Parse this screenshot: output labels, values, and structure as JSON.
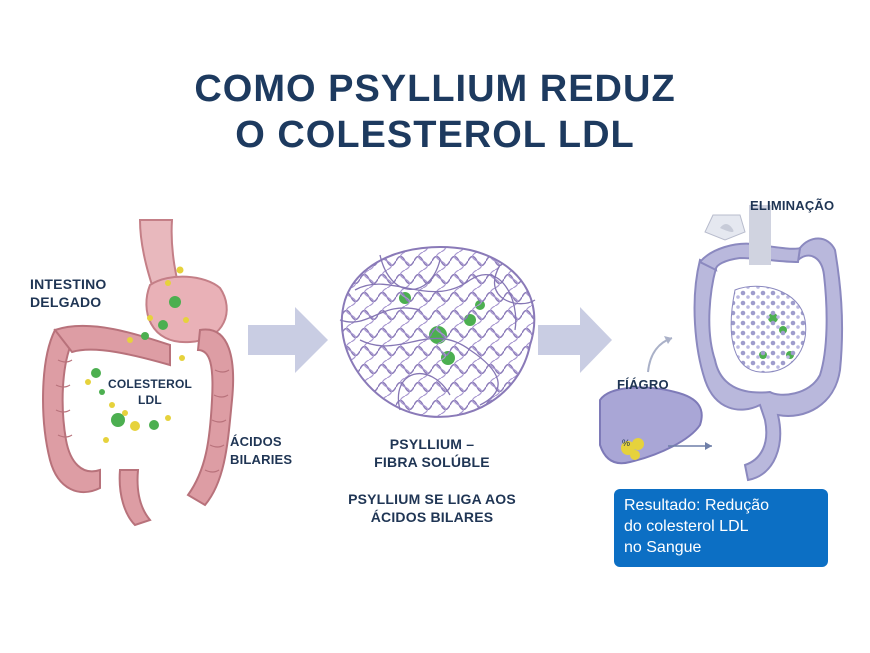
{
  "title": {
    "line1": "COMO PSYLLIUM REDUZ",
    "line2": "O COLESTEROL LDL"
  },
  "labels": {
    "small_intestine": [
      "INTESTINO",
      "DELGADO"
    ],
    "ldl": [
      "COLESTEROL",
      "LDL"
    ],
    "bile_acids": [
      "ÁCIDOS",
      "BILARIES"
    ],
    "psyllium": [
      "PSYLLIUM –",
      "FIBRA SOLÚBLE"
    ],
    "binds": [
      "PSYLLIUM SE LIGA AOS",
      "ÁCIDOS BILARES"
    ],
    "liver": "FÍÁGRO",
    "elimination": "ELIMINAÇÃO",
    "percent": "%"
  },
  "result": {
    "lines": [
      "Resultado: Redução",
      "do colesterol LDL",
      "no Sangue"
    ]
  },
  "colors": {
    "title": "#1d3a5f",
    "intestine": "#d9959c",
    "fiber": "#9a8cc4",
    "ldl_green": "#4caf50",
    "bile_yellow": "#e6d23c",
    "arrow": "#c9cde3",
    "colon_purple": "#b4b3d8",
    "result_bg": "#0c6fc4"
  }
}
